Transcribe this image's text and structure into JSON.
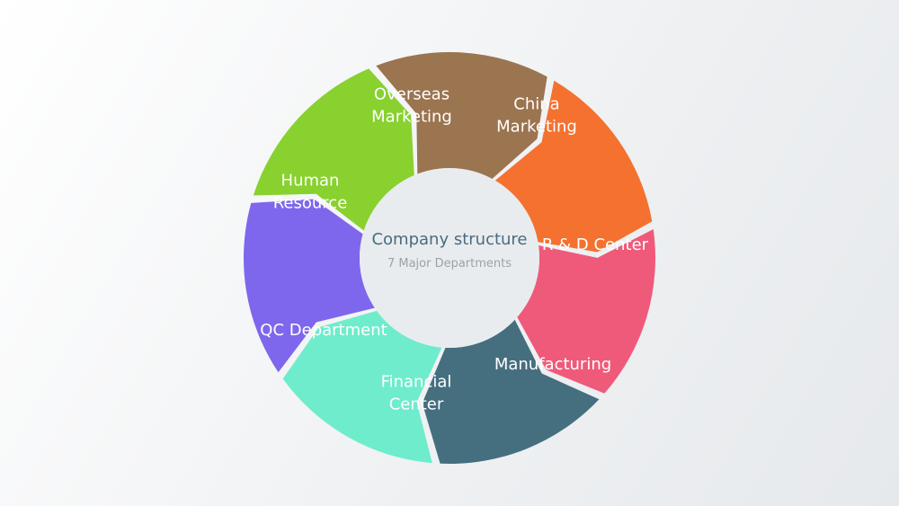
{
  "diagram": {
    "center": {
      "title": "Company structure",
      "subtitle": "7 Major Departments"
    },
    "segments": [
      {
        "lines": [
          "Overseas",
          "Marketing"
        ],
        "color": "#9b7450"
      },
      {
        "lines": [
          "China",
          "Marketing"
        ],
        "color": "#f47130"
      },
      {
        "lines": [
          "R & D Center"
        ],
        "color": "#ef5a7a"
      },
      {
        "lines": [
          "Manufacturing"
        ],
        "color": "#456f7f"
      },
      {
        "lines": [
          "Financial",
          "Center"
        ],
        "color": "#6eeccc"
      },
      {
        "lines": [
          "QC Department"
        ],
        "color": "#7e67ec"
      },
      {
        "lines": [
          "Human",
          "Resource"
        ],
        "color": "#88d12f"
      }
    ]
  }
}
